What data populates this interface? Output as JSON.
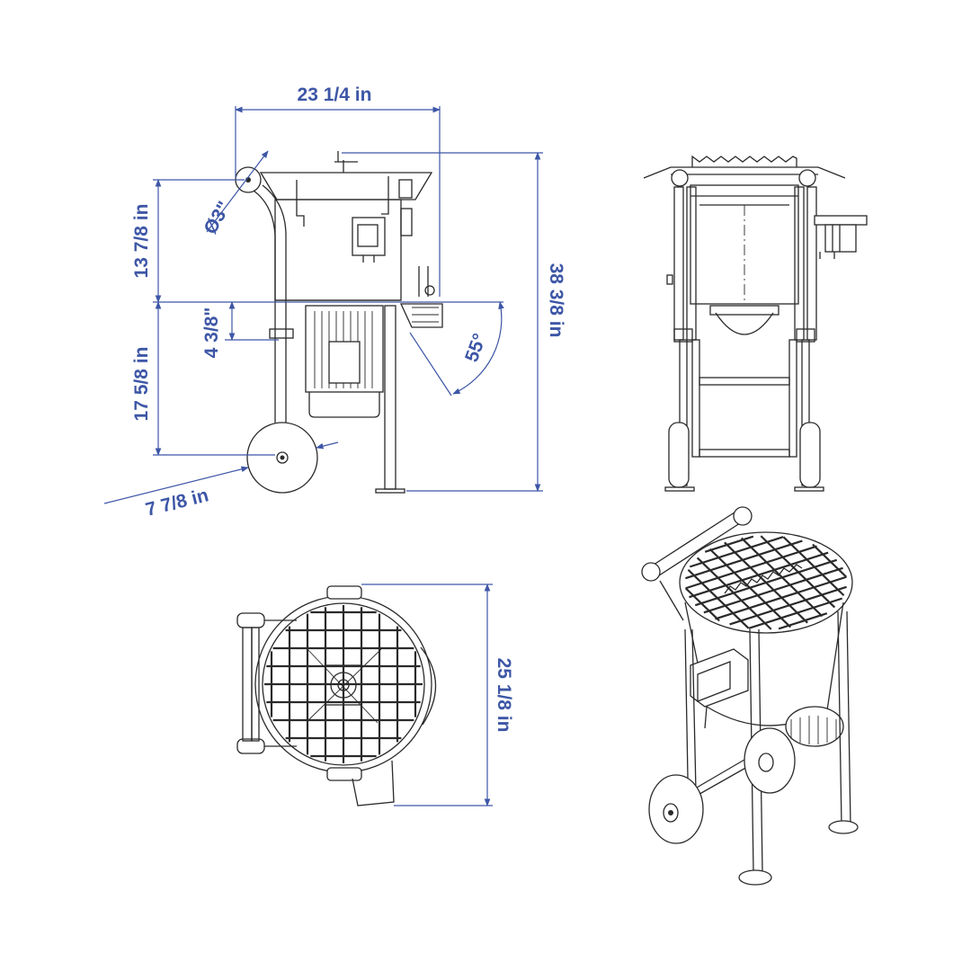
{
  "colors": {
    "dimension": "#3d56a6",
    "linework": "#2a2a2a",
    "background": "#ffffff"
  },
  "dimensions": {
    "overall_width": "23 1/4 in",
    "wheel_diameter": "Ø3\"",
    "upper_height": "13 7/8 in",
    "gap": "4 3/8\"",
    "lower_height": "17 5/8 in",
    "overall_height": "38 3/8 in",
    "tilt_angle": "55°",
    "wheel_size": "7 7/8 in",
    "top_view_depth": "25 1/8 in"
  }
}
